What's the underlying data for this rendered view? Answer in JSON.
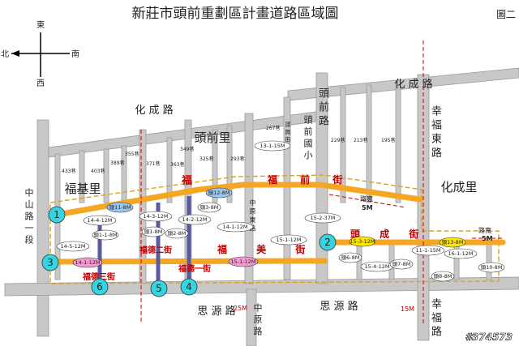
{
  "title": "新莊市頭前重劃區計畫道路區域圖",
  "figure_label": "圖二",
  "compass": {
    "north": "北",
    "east": "東",
    "south": "南",
    "west": "西"
  },
  "road_names": {
    "huacheng_top": "化 成 路",
    "huacheng_mid": "化 成 路",
    "touqian": "頭 前 路",
    "xingfu_dong": "幸 福 東 路",
    "xingfu": "幸 福 路",
    "zhongshan": "中 山 路 一 段",
    "siyuan_left": "思 源 路",
    "siyuan_right": "思 源 路",
    "zhongyuan_south": "中 原 路",
    "zhongyuan_east": "中 原 東 路",
    "touxing": "頭 興 街",
    "fuqian": "福 前 街",
    "toucheng": "頭 成 街",
    "fumei": "福 美 街",
    "fude_yi": "福德一街",
    "fude_er": "福德二街",
    "fude_san": "福德三街"
  },
  "area_names": {
    "touqian_li": "頭前里",
    "fuji_li": "福基里",
    "huacheng_li": "化成里",
    "school": "頭 前 國 小"
  },
  "road_width_notes": {
    "mid_label": "路寬",
    "mid_value": "5M",
    "right_label": "路寬",
    "right_value": "5M",
    "south_left": "25M",
    "south_right": "15M"
  },
  "markers": [
    "1",
    "2",
    "3",
    "4",
    "5",
    "6"
  ],
  "lane_labels": {
    "l267": "267巷",
    "l229": "229巷",
    "l213": "213巷",
    "l195": "195巷",
    "l355": "355巷",
    "l349": "349巷",
    "l325": "325巷",
    "l293": "293巷",
    "l389": "389巷",
    "l371": "371巷",
    "l363": "363巷",
    "l433": "433巷",
    "l403": "403巷"
  },
  "segment_labels": {
    "s13_1_15": "13-1-15M",
    "s15_2_37": "15-2-37M",
    "s14_4_12": "14-4-12M",
    "s14_3_12": "14-3-12M",
    "s14_2_12": "14-2-12M",
    "s14_1_12": "14-1-12M",
    "s14_5_12": "14-5-12M",
    "s15_1_12": "15-1-12M",
    "s15_3_12": "15-3-12M",
    "s15_4_12": "15-4-12M",
    "s11_1_15": "11-1-15M",
    "s16_1_12": "16-1-12M",
    "j1_1_8": "頭1-1-8M",
    "j1_8": "頭1-8M",
    "j2_8": "頭2-8M",
    "j3_8": "頭3-8M",
    "j6_8": "頭6-8M",
    "j7_8": "頭7-8M",
    "j8_8": "頭8-8M",
    "j10_8": "頭10-8M",
    "j11_8": "頭11-8M",
    "j12_8": "頭12-8M",
    "j13_8": "頭13-8M",
    "s14_1_12b": "14-1-12M",
    "s15_1_12b": "15-1-12M"
  },
  "watermark": "#374573",
  "colors": {
    "road_fill": "#c8c8c8",
    "planned_road": "#f5a623",
    "boundary": "#e0a020",
    "blue_road": "#5a5aa0",
    "marker": "#36d4e0",
    "pink": "#f49ad0",
    "highlight_yellow": "#ffe600",
    "highlight_blue": "#9cc8f0",
    "red_text": "#c00000"
  }
}
